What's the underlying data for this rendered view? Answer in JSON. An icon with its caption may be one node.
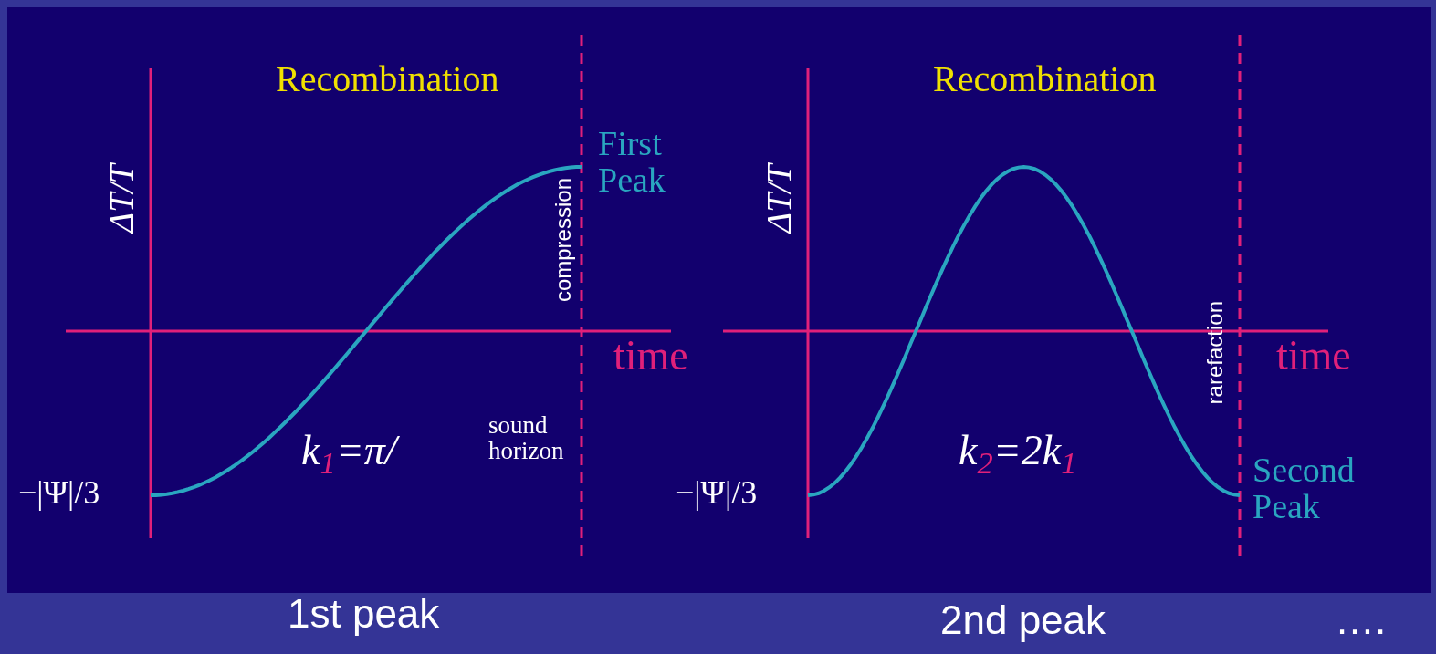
{
  "diagram": {
    "labels": [
      "Recombination",
      "ΔT/T",
      "First Peak",
      "compression",
      "time",
      "k$_{1}$=π/",
      "sound horizon",
      "−|Ψ|/3",
      "Recombination",
      "ΔT/T",
      "rarefaction",
      "time",
      "k$_{2}$=2k$_{1}$",
      "−|Ψ|/3",
      "Second Peak",
      "1st peak",
      "2nd peak",
      "…."
    ]
  }
}
